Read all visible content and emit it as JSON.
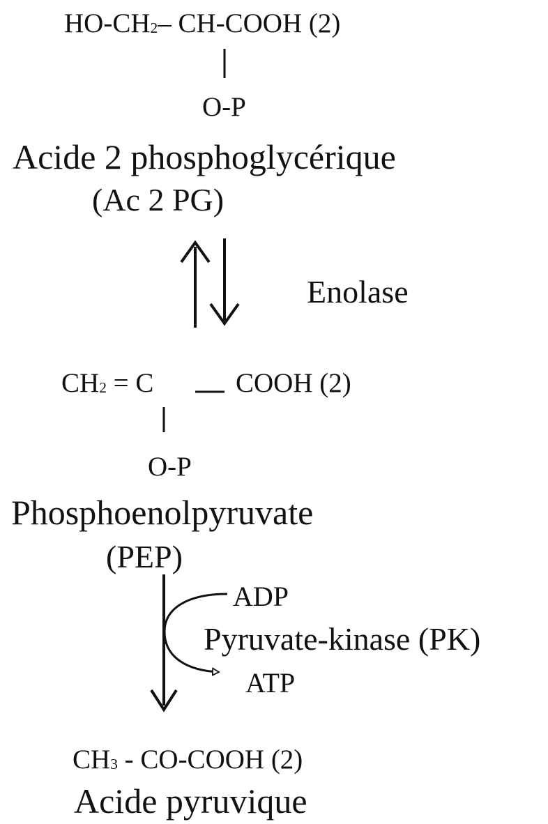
{
  "compound1": {
    "formula_left": "HO-CH",
    "formula_sub": "2",
    "formula_right": "– CH-COOH (2)",
    "substituent": "O-P",
    "name": "Acide 2 phosphoglycérique",
    "abbr": "(Ac 2 PG)"
  },
  "reaction1": {
    "enzyme": "Enolase",
    "reversible": true
  },
  "compound2": {
    "formula_left": "CH",
    "formula_sub": "2",
    "formula_mid": " = C",
    "formula_right": "COOH  (2)",
    "substituent": "O-P",
    "name": "Phosphoenolpyruvate",
    "abbr": "(PEP)"
  },
  "reaction2": {
    "enzyme": "Pyruvate-kinase (PK)",
    "cofactor_in": "ADP",
    "cofactor_out": "ATP",
    "reversible": false
  },
  "compound3": {
    "formula_left": "CH",
    "formula_sub": "3",
    "formula_right": " - CO-COOH  (2)",
    "name": "Acide pyruvique"
  },
  "colors": {
    "ink": "#111111",
    "background": "#ffffff"
  }
}
